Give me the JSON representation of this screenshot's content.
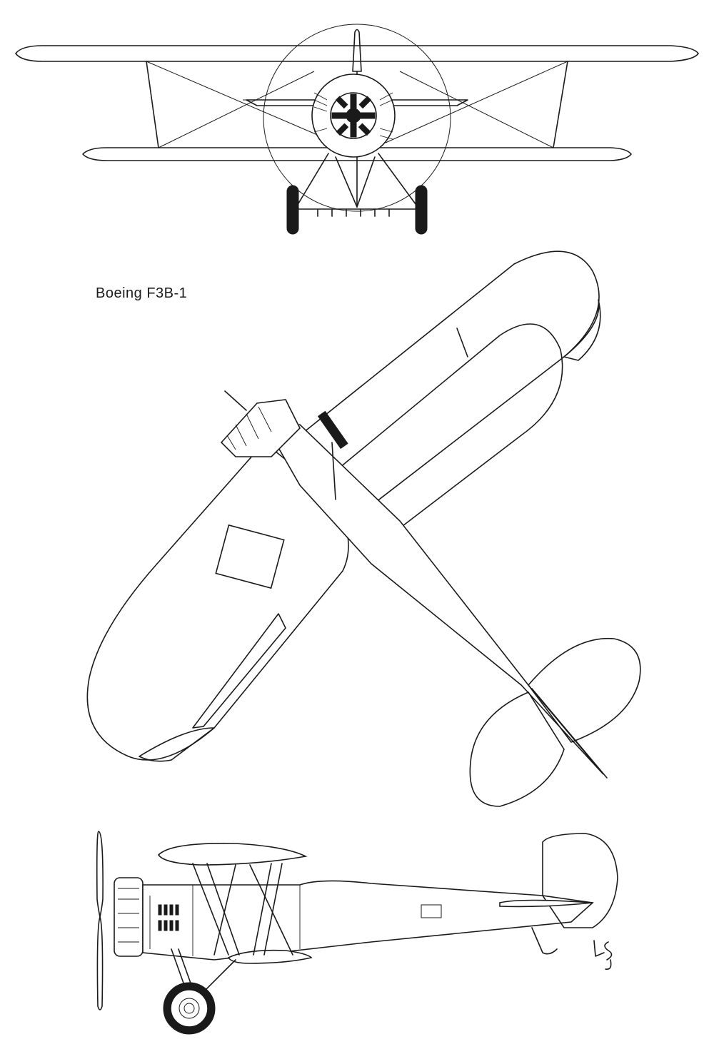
{
  "drawing": {
    "title": "Boeing F3B-1",
    "views": [
      "front",
      "plan",
      "side"
    ],
    "signature": "LSJ"
  },
  "colors": {
    "ink": "#1a1a1a",
    "paper": "#ffffff"
  }
}
